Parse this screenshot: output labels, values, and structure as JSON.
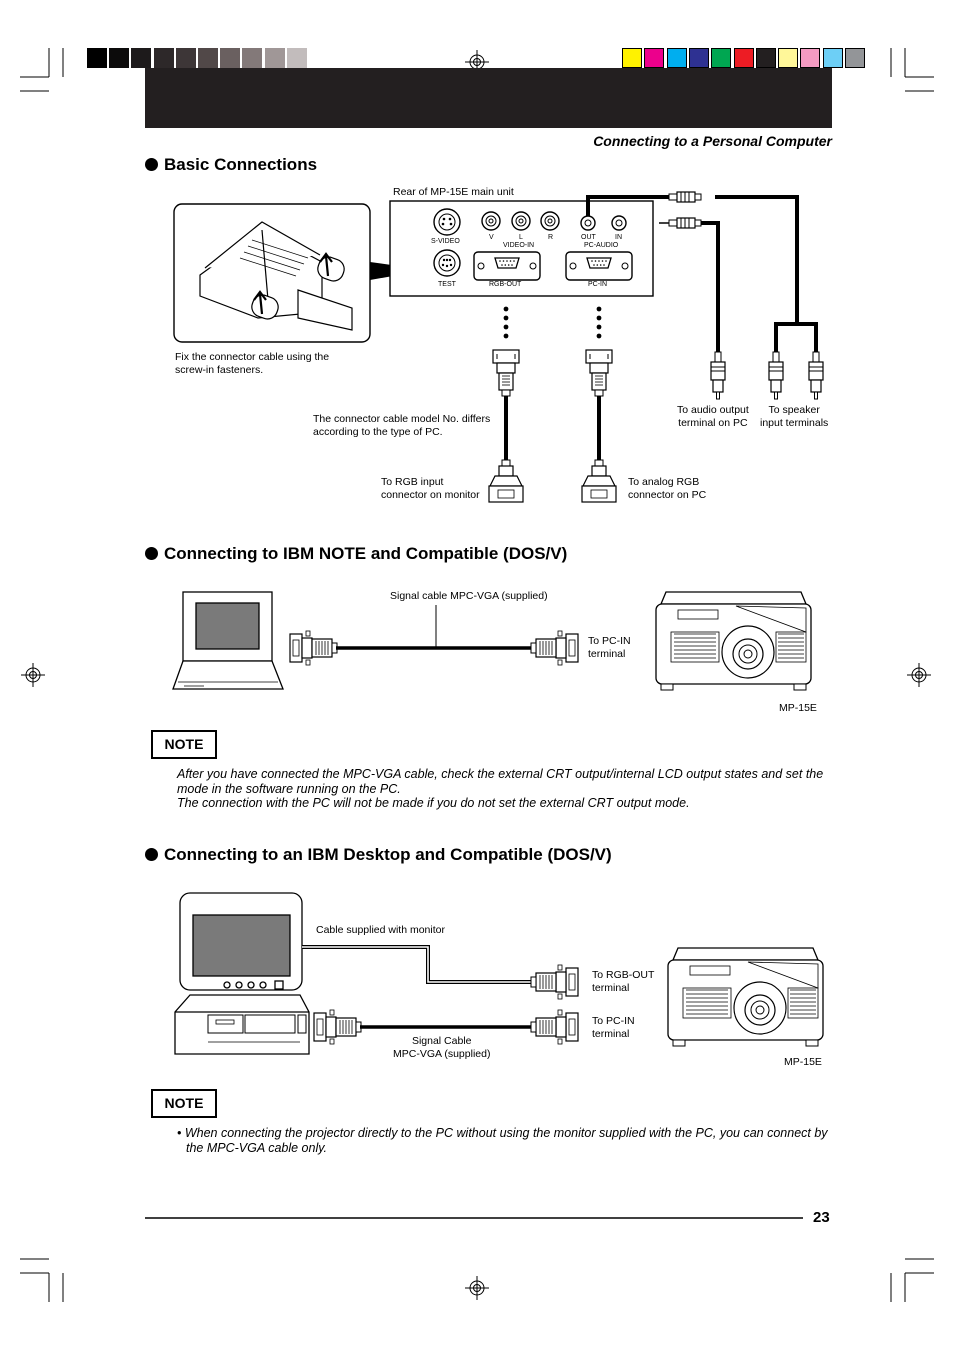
{
  "header": {
    "subtitle": "Connecting to a Personal Computer",
    "gray_swatches": [
      "#000000",
      "#0c0b0b",
      "#1d1a1b",
      "#2d2829",
      "#3d3637",
      "#514848",
      "#6a6060",
      "#837979",
      "#a09797",
      "#c2bcbc",
      "#ffffff"
    ],
    "color_swatches": [
      "#fff200",
      "#ec008c",
      "#00aeef",
      "#2e3192",
      "#00a651",
      "#ed1c24",
      "#231f20",
      "#fff799",
      "#f49ac1",
      "#6dcff6",
      "#939598"
    ]
  },
  "sections": {
    "basic": {
      "title": "Basic Connections",
      "rear_label": "Rear of MP-15E main unit",
      "fix_label": "Fix the connector cable using the\nscrew-in fasteners.",
      "cable_note": "The connector cable model No. differs\naccording to the type of PC.",
      "rgb_monitor": "To RGB input\nconnector on monitor",
      "analog_rgb": "To analog RGB\nconnector on PC",
      "audio_out": "To audio output\nterminal on PC",
      "speaker": "To speaker\ninput terminals",
      "panel": {
        "svideo": "S-VIDEO",
        "test": "TEST",
        "v": "V",
        "l": "L",
        "r": "R",
        "video_in": "VIDEO-IN",
        "out": "OUT",
        "in": "IN",
        "pc_audio": "PC-AUDIO",
        "rgb_out": "RGB-OUT",
        "pc_in": "PC-IN"
      }
    },
    "note_pc": {
      "title": "Connecting to IBM NOTE and Compatible (DOS/V)",
      "signal_cable": "Signal cable MPC-VGA (supplied)",
      "to_pcin": "To PC-IN\nterminal",
      "model": "MP-15E"
    },
    "note1": {
      "label": "NOTE",
      "text": "After you have connected the MPC-VGA cable, check the external CRT output/internal LCD output states and set the mode in the software running on the PC.\nThe connection with the PC will not be made if you do not set the external CRT output mode."
    },
    "desktop": {
      "title": "Connecting to an IBM Desktop and Compatible (DOS/V)",
      "monitor_cable": "Cable supplied with monitor",
      "to_rgbout": "To RGB-OUT\nterminal",
      "to_pcin": "To PC-IN\nterminal",
      "signal_cable": "Signal Cable\nMPC-VGA (supplied)",
      "model": "MP-15E"
    },
    "note2": {
      "label": "NOTE",
      "text": "• When connecting the projector directly to the PC without using the monitor supplied with the PC, you can connect by the MPC-VGA cable only."
    }
  },
  "page_number": "23"
}
